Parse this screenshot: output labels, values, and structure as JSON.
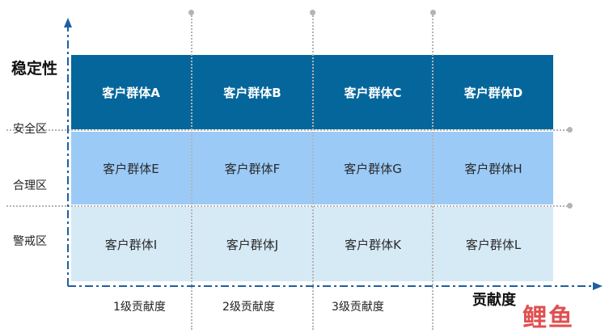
{
  "y_axis": {
    "title": "稳定性",
    "zones": [
      "安全区",
      "合理区",
      "警戒区"
    ]
  },
  "x_axis": {
    "title": "贡献度",
    "levels": [
      "1级贡献度",
      "2级贡献度",
      "3级贡献度"
    ]
  },
  "grid": {
    "rows": [
      [
        "客户群体A",
        "客户群体B",
        "客户群体C",
        "客户群体D"
      ],
      [
        "客户群体E",
        "客户群体F",
        "客户群体G",
        "客户群体H"
      ],
      [
        "客户群体I",
        "客户群体J",
        "客户群体K",
        "客户群体L"
      ]
    ],
    "colors": [
      "#05669b",
      "#9bcaf7",
      "#d6eaf6"
    ]
  },
  "axis_color": "#1f5fa0",
  "watermark": {
    "text": "鲤鱼"
  }
}
